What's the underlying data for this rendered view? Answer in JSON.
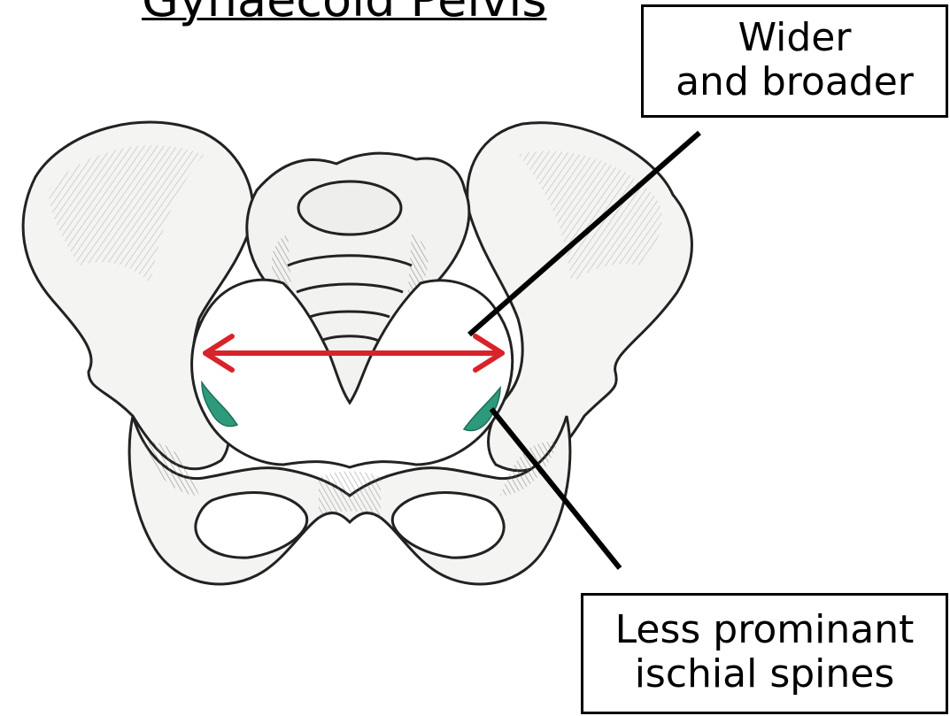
{
  "title": "Gynaecoid Pelvis",
  "labels": {
    "wider_line1": "Wider",
    "wider_line2": "and broader",
    "spines_line1": "Less prominant",
    "spines_line2": "ischial spines"
  },
  "colors": {
    "arrow": "#d8232a",
    "bone_fill": "#f4f4f2",
    "bone_shade": "#b9b9b5",
    "ischial_spine_highlight": "#2e9a7c",
    "outline": "#222222"
  }
}
